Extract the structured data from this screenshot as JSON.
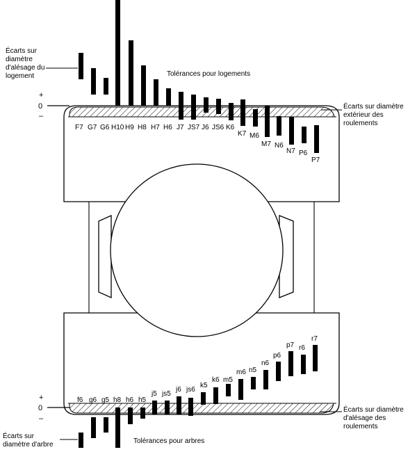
{
  "colors": {
    "ink": "#000000",
    "background": "#ffffff"
  },
  "labels": {
    "housing_bore": [
      "Écarts sur",
      "diamètre",
      "d'alésage du",
      "logement"
    ],
    "housing_tolerances": "Tolérances pour logements",
    "outer_diameter": [
      "Écarts sur diamètre",
      "extérieur des",
      "roulements"
    ],
    "shaft_diameter": [
      "Écarts sur",
      "diamètre d'arbre"
    ],
    "shaft_tolerances": "Tolérances pour arbres",
    "inner_bore": [
      "Écarts sur diamètre",
      "d'alésage des",
      "roulements"
    ]
  },
  "signs": {
    "plus": "+",
    "zero": "0",
    "minus": "–"
  },
  "housing_codes": [
    "F7",
    "G7",
    "G6",
    "H10",
    "H9",
    "H8",
    "H7",
    "H6",
    "J7",
    "JS7",
    "J6",
    "JS6",
    "K6",
    "K7",
    "M6",
    "M7",
    "N6",
    "N7",
    "P6",
    "P7"
  ],
  "shaft_codes": [
    "f6",
    "g6",
    "g5",
    "h8",
    "h6",
    "h5",
    "j5",
    "js5",
    "j6",
    "js6",
    "k5",
    "k6",
    "m5",
    "m6",
    "n5",
    "n6",
    "p6",
    "p7",
    "r6",
    "r7"
  ]
}
